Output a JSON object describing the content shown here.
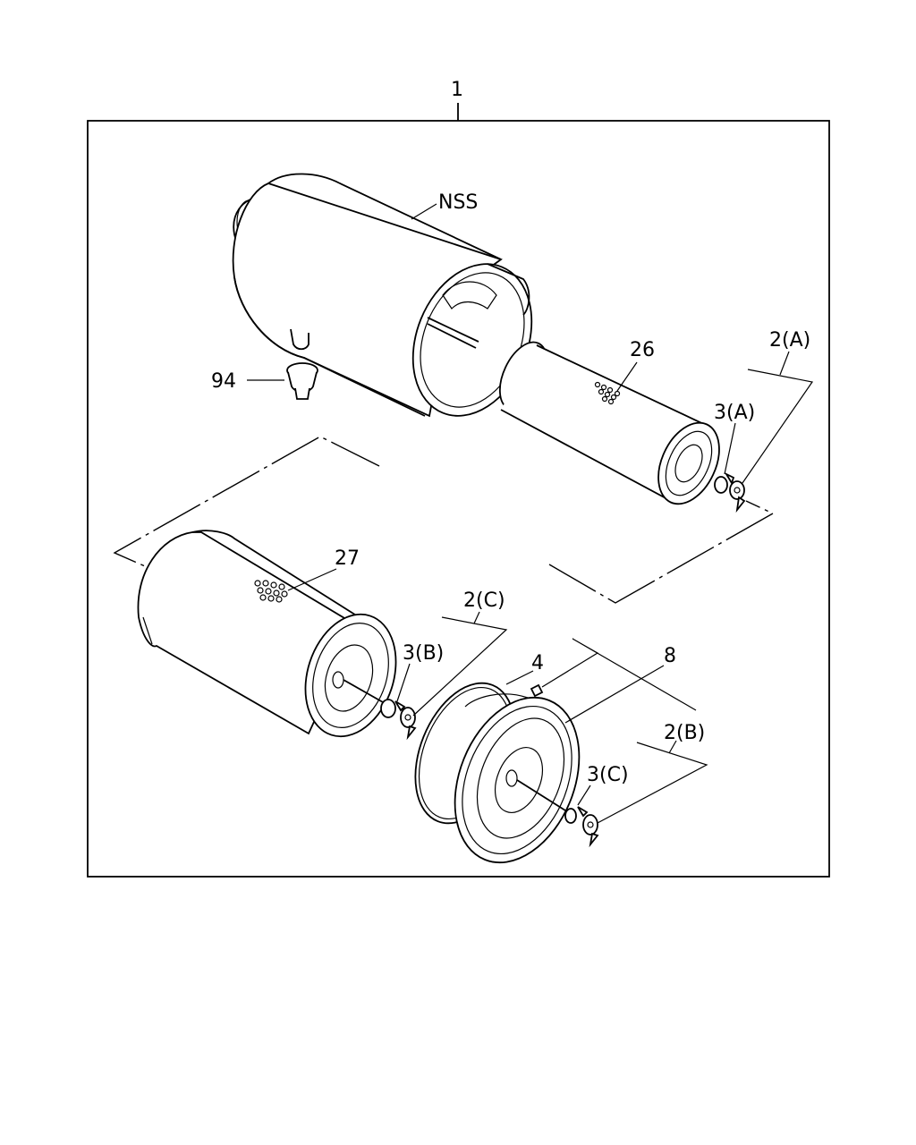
{
  "diagram": {
    "callouts": {
      "assembly": "1",
      "housing": "NSS",
      "drain_plug": "94",
      "inner_element": "26",
      "outer_element": "27",
      "gasket": "4",
      "cover": "8",
      "nut_a": "2(A)",
      "washer_a": "3(A)",
      "nut_b": "2(B)",
      "washer_b": "3(B)",
      "nut_c": "2(C)",
      "washer_c": "3(C)"
    }
  }
}
